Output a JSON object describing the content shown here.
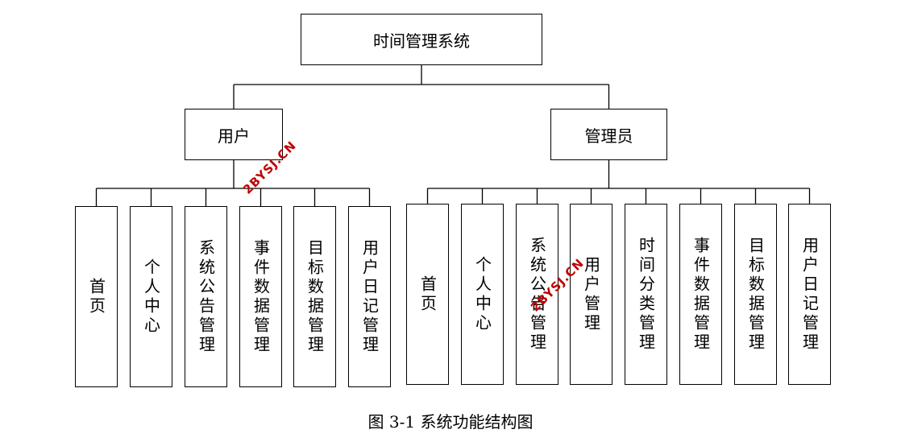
{
  "root": {
    "label": "时间管理系统"
  },
  "branches": [
    {
      "label": "用户",
      "children": [
        "首页",
        "个人中心",
        "系统公告管理",
        "事件数据管理",
        "目标数据管理",
        "用户日记管理"
      ]
    },
    {
      "label": "管理员",
      "children": [
        "首页",
        "个人中心",
        "系统公告管理",
        "用户管理",
        "时间分类管理",
        "事件数据管理",
        "目标数据管理",
        "用户日记管理"
      ]
    }
  ],
  "watermarks": [
    "2BYSJ.CN",
    "2BYSJ.CN"
  ],
  "caption": "图 3-1 系统功能结构图"
}
